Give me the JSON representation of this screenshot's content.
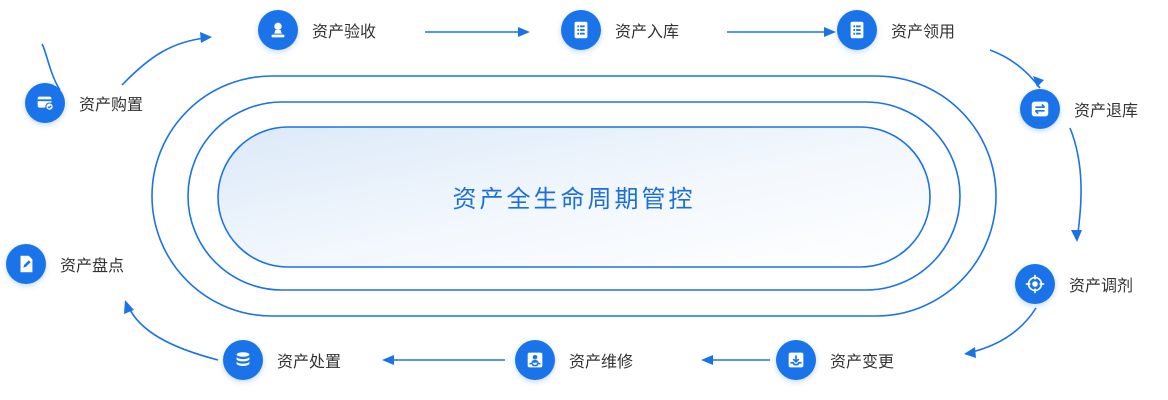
{
  "center": {
    "title": "资产全生命周期管控"
  },
  "nodes": [
    {
      "key": "acceptance",
      "label": "资产验收",
      "icon": "stamp-icon"
    },
    {
      "key": "storage-in",
      "label": "资产入库",
      "icon": "document-list-icon"
    },
    {
      "key": "requisition",
      "label": "资产领用",
      "icon": "document-list-icon"
    },
    {
      "key": "return",
      "label": "资产退库",
      "icon": "swap-arrows-icon"
    },
    {
      "key": "transfer",
      "label": "资产调剂",
      "icon": "target-icon"
    },
    {
      "key": "change",
      "label": "资产变更",
      "icon": "tray-download-icon"
    },
    {
      "key": "repair",
      "label": "资产维修",
      "icon": "user-tray-icon"
    },
    {
      "key": "disposal",
      "label": "资产处置",
      "icon": "database-icon"
    },
    {
      "key": "inventory",
      "label": "资产盘点",
      "icon": "edit-document-icon"
    },
    {
      "key": "purchase",
      "label": "资产购置",
      "icon": "card-check-icon"
    }
  ],
  "colors": {
    "accent": "#1a73e8",
    "line": "#1a73e8",
    "text": "#333333",
    "title": "#1d6fd8"
  }
}
